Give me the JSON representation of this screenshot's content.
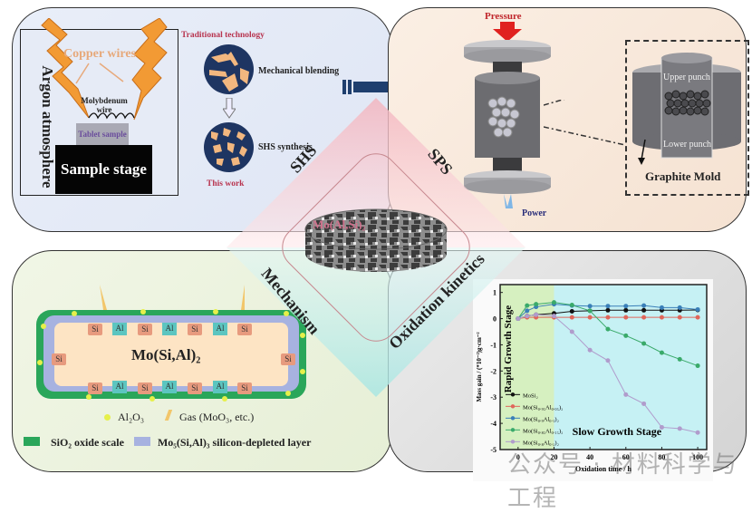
{
  "panels": {
    "synthesis_shs": {
      "chamber_label": "Argon atmosphere",
      "copper_label": "Copper wires",
      "molybdenum_label": "Molybdenum wire",
      "tablet_label": "Tablet sample",
      "stage_label": "Sample stage",
      "traditional_label": "Traditional technology",
      "mechanical_label": "Mechanical blending",
      "shs_synthesis_label": "SHS synthesis",
      "this_work_label": "This work"
    },
    "sintering_sps": {
      "pressure_label": "Pressure",
      "power_label": "Power",
      "upper_punch_label": "Upper punch",
      "lower_punch_label": "Lower punch",
      "mold_label": "Graphite Mold"
    },
    "mechanism": {
      "core_label": "Mo(Si,Al)₂",
      "si_label": "Si",
      "al_label": "Al",
      "legend_al2o3": "Al₂O₃",
      "legend_gas": "Gas (MoO₃, etc.)",
      "legend_sio2": "SiO₂ oxide scale",
      "legend_mo5": "Mo₅(Si,Al)₃ silicon-depleted layer",
      "colors": {
        "sio2": "#2aa65a",
        "mo5": "#a7b2e0",
        "core": "#fde4c4",
        "al2o3": "#e6f04a"
      }
    },
    "oxidation_kinetics": {
      "watermark": "公众号 · 材料科学与工程"
    }
  },
  "center": {
    "sample_label": "Mo(Al,Si)₂",
    "labels": {
      "top_left": "SHS",
      "top_right": "SPS",
      "bottom_left": "Mechanism",
      "bottom_right": "Oxidation kinetics"
    }
  },
  "chart_data": {
    "type": "line",
    "title": "",
    "xlabel": "Oxidation time / h",
    "ylabel": "Mass gain / (*10⁻²)g·cm⁻²",
    "xlim": [
      -10,
      105
    ],
    "ylim": [
      -5,
      1.3
    ],
    "xticks": [
      0,
      20,
      40,
      60,
      80,
      100
    ],
    "yticks": [
      1,
      0,
      -1,
      -2,
      -3,
      -4,
      -5
    ],
    "regions": [
      {
        "label": "Rapid Growth Stage",
        "x": [
          -10,
          20
        ],
        "color": "#d6f0c0"
      },
      {
        "label": "Slow Growth Stage",
        "x": [
          20,
          105
        ],
        "color": "#c6f1f4"
      }
    ],
    "x": [
      0,
      5,
      10,
      20,
      30,
      40,
      50,
      60,
      70,
      80,
      90,
      100
    ],
    "series": [
      {
        "name": "MoSi₂",
        "color": "#111111",
        "values": [
          0,
          0.1,
          0.15,
          0.2,
          0.28,
          0.3,
          0.32,
          0.32,
          0.32,
          0.32,
          0.32,
          0.33
        ]
      },
      {
        "name": "Mo(Si₀.₉₅Al₀.₀₅)₂",
        "color": "#e0665a",
        "values": [
          0,
          0.05,
          0.05,
          0.05,
          0.05,
          0.05,
          0.05,
          0.05,
          0.05,
          0.05,
          0.05,
          0.05
        ]
      },
      {
        "name": "Mo(Si₀.₉Al₀.₁)₂",
        "color": "#3a7fb8",
        "values": [
          0,
          0.3,
          0.45,
          0.55,
          0.5,
          0.48,
          0.48,
          0.48,
          0.5,
          0.42,
          0.42,
          0.35
        ]
      },
      {
        "name": "Mo(Si₀.₈₅Al₀.₁₅)₂",
        "color": "#3aaa6a",
        "values": [
          0,
          0.5,
          0.55,
          0.62,
          0.52,
          0.3,
          -0.4,
          -0.65,
          -0.95,
          -1.3,
          -1.55,
          -1.8
        ]
      },
      {
        "name": "Mo(Si₀.₈Al₀.₂)₂",
        "color": "#b09ccc",
        "values": [
          0,
          0.1,
          0.15,
          0.1,
          -0.5,
          -1.2,
          -1.6,
          -2.9,
          -3.25,
          -4.15,
          -4.2,
          -4.35
        ]
      }
    ],
    "legend_position": "bottom-left"
  }
}
